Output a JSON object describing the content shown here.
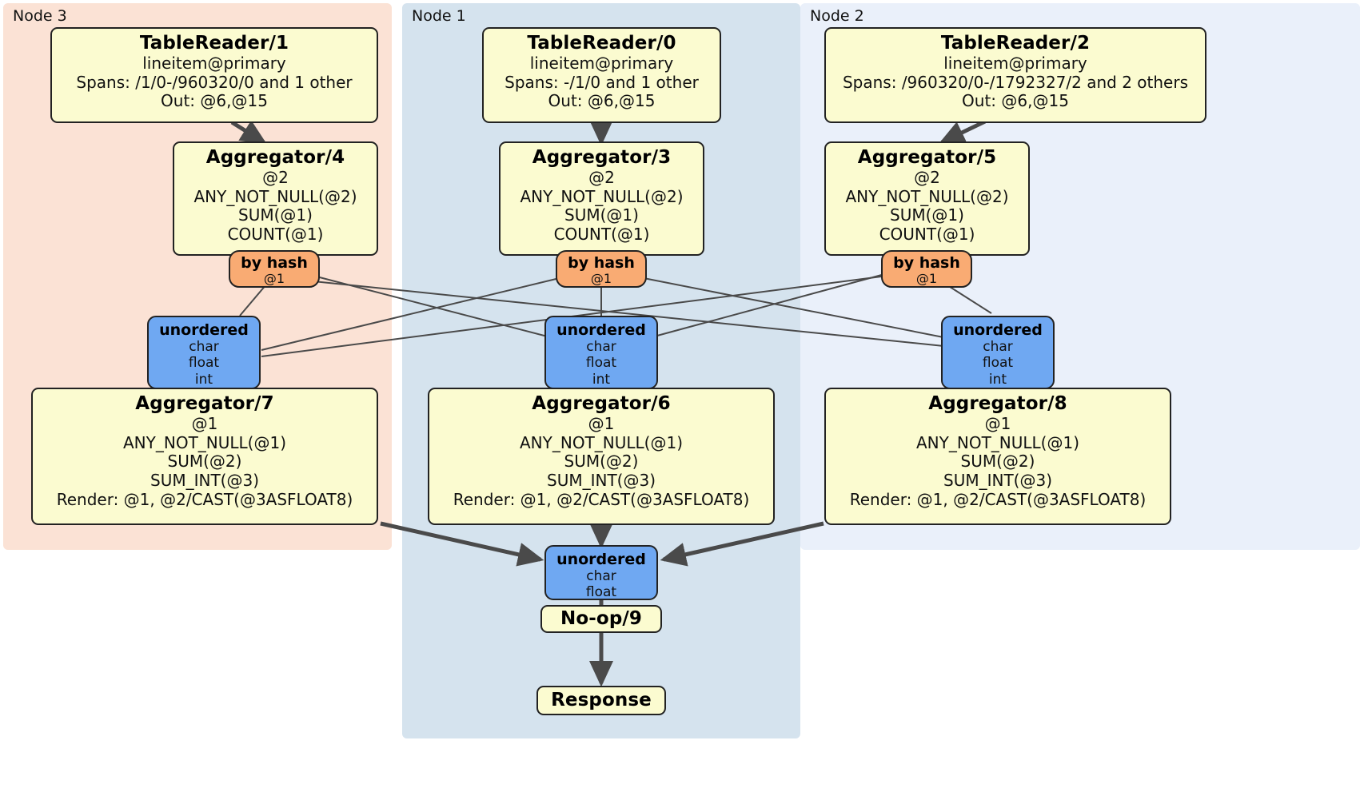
{
  "diagram": {
    "type": "distributed-query-plan",
    "title": "",
    "colors": {
      "node3_bg": "#fbe2d5",
      "node1_bg": "#d5e3ee",
      "node2_bg": "#eaf0fa",
      "processor_fill": "#fbfbd0",
      "router_fill": "#f9ab73",
      "sync_fill": "#6fa8f2",
      "stroke": "#222222",
      "edge": "#4a4a4a"
    }
  },
  "regions": [
    {
      "id": "node3",
      "label": "Node 3"
    },
    {
      "id": "node1",
      "label": "Node 1"
    },
    {
      "id": "node2",
      "label": "Node 2"
    }
  ],
  "nodes": {
    "tablereader_1": {
      "title": "TableReader/1",
      "lines": [
        "lineitem@primary",
        "Spans: /1/0-/960320/0 and 1 other",
        "Out: @6,@15"
      ]
    },
    "tablereader_0": {
      "title": "TableReader/0",
      "lines": [
        "lineitem@primary",
        "Spans: -/1/0 and 1 other",
        "Out: @6,@15"
      ]
    },
    "tablereader_2": {
      "title": "TableReader/2",
      "lines": [
        "lineitem@primary",
        "Spans: /960320/0-/1792327/2 and 2 others",
        "Out: @6,@15"
      ]
    },
    "aggregator_4": {
      "title": "Aggregator/4",
      "lines": [
        "@2",
        "ANY_NOT_NULL(@2)",
        "SUM(@1)",
        "COUNT(@1)"
      ]
    },
    "aggregator_3": {
      "title": "Aggregator/3",
      "lines": [
        "@2",
        "ANY_NOT_NULL(@2)",
        "SUM(@1)",
        "COUNT(@1)"
      ]
    },
    "aggregator_5": {
      "title": "Aggregator/5",
      "lines": [
        "@2",
        "ANY_NOT_NULL(@2)",
        "SUM(@1)",
        "COUNT(@1)"
      ]
    },
    "byhash_left": {
      "title": "by hash",
      "lines": [
        "@1"
      ]
    },
    "byhash_center": {
      "title": "by hash",
      "lines": [
        "@1"
      ]
    },
    "byhash_right": {
      "title": "by hash",
      "lines": [
        "@1"
      ]
    },
    "unordered_left": {
      "title": "unordered",
      "lines": [
        "char",
        "float",
        "int"
      ]
    },
    "unordered_center": {
      "title": "unordered",
      "lines": [
        "char",
        "float",
        "int"
      ]
    },
    "unordered_right": {
      "title": "unordered",
      "lines": [
        "char",
        "float",
        "int"
      ]
    },
    "aggregator_7": {
      "title": "Aggregator/7",
      "lines": [
        "@1",
        "ANY_NOT_NULL(@1)",
        "SUM(@2)",
        "SUM_INT(@3)",
        "Render: @1, @2/CAST(@3ASFLOAT8)"
      ]
    },
    "aggregator_6": {
      "title": "Aggregator/6",
      "lines": [
        "@1",
        "ANY_NOT_NULL(@1)",
        "SUM(@2)",
        "SUM_INT(@3)",
        "Render: @1, @2/CAST(@3ASFLOAT8)"
      ]
    },
    "aggregator_8": {
      "title": "Aggregator/8",
      "lines": [
        "@1",
        "ANY_NOT_NULL(@1)",
        "SUM(@2)",
        "SUM_INT(@3)",
        "Render: @1, @2/CAST(@3ASFLOAT8)"
      ]
    },
    "unordered_final": {
      "title": "unordered",
      "lines": [
        "char",
        "float"
      ]
    },
    "noop_9": {
      "title": "No-op/9",
      "lines": []
    },
    "response": {
      "title": "Response",
      "lines": []
    }
  }
}
